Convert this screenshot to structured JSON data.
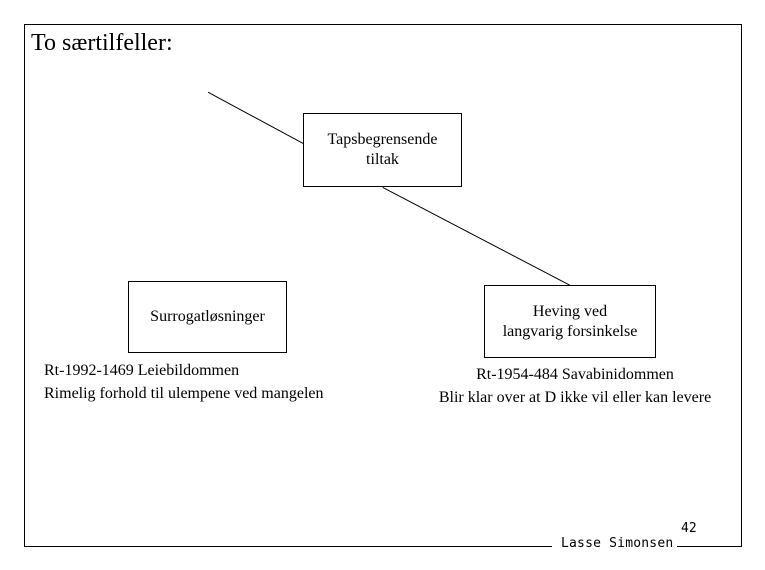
{
  "slide": {
    "title": "To særtilfeller:",
    "page_number": "42",
    "author": "Lasse Simonsen",
    "frame_color": "#000000",
    "background_color": "#ffffff",
    "text_color": "#000000"
  },
  "diagram": {
    "type": "tree",
    "root": {
      "label_line1": "Tapsbegrensende",
      "label_line2": "tiltak"
    },
    "branches": [
      {
        "node_label_line1": "Surrogatløsninger",
        "node_label_line2": "",
        "caption_line1": "Rt-1992-1469 Leiebildommen",
        "caption_line2": "Rimelig forhold til ulempene ved mangelen"
      },
      {
        "node_label_line1": "Heving ved",
        "node_label_line2": "langvarig forsinkelse",
        "caption_line1": "Rt-1954-484 Savabinidommen",
        "caption_line2": "Blir klar over at D ikke vil eller kan levere"
      }
    ]
  }
}
